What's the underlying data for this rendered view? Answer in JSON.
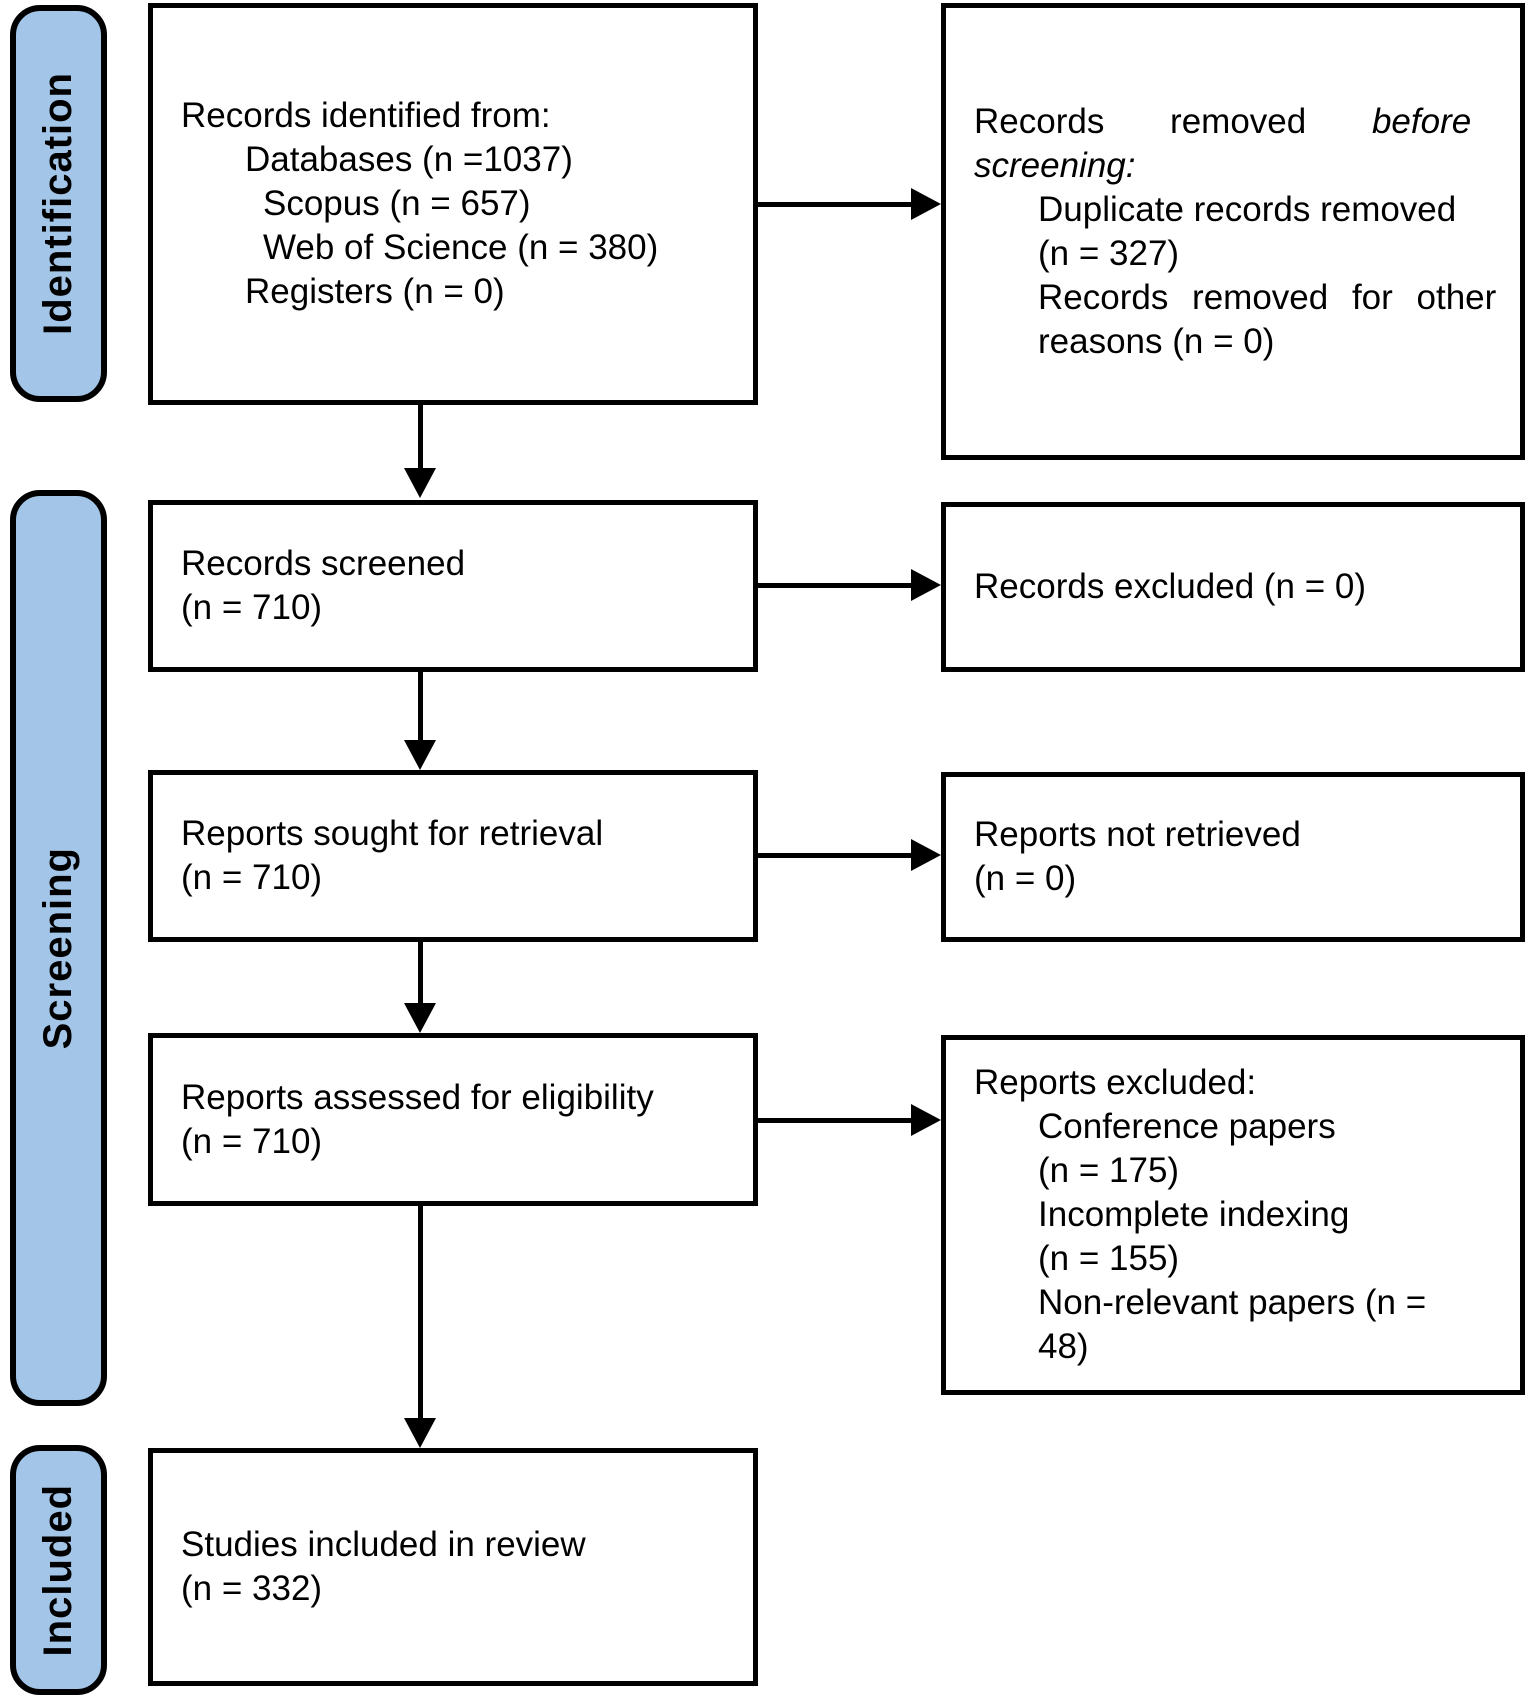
{
  "stages": {
    "identification": "Identification",
    "screening": "Screening",
    "included": "Included"
  },
  "boxes": {
    "records_identified": {
      "line1": "Records identified from:",
      "line2": "Databases (n =1037)",
      "line3": "Scopus (n = 657)",
      "line4": "Web of Science (n = 380)",
      "line5": "Registers (n = 0)"
    },
    "records_removed": {
      "line1_text": "Records removed",
      "line1_italic": "before",
      "line2_italic": "screening:",
      "line3": "Duplicate records removed",
      "line4": "(n = 327)",
      "line5": "Records removed for other",
      "line6": "reasons (n = 0)"
    },
    "records_screened": {
      "line1": "Records screened",
      "line2": "(n = 710)"
    },
    "records_excluded": {
      "line1": "Records excluded (n = 0)"
    },
    "reports_sought": {
      "line1": "Reports sought for retrieval",
      "line2": "(n = 710)"
    },
    "reports_not_retrieved": {
      "line1": "Reports not retrieved",
      "line2": "(n = 0)"
    },
    "reports_assessed": {
      "line1": "Reports assessed for eligibility",
      "line2": "(n = 710)"
    },
    "reports_excluded": {
      "line1": "Reports excluded:",
      "line2": "Conference papers",
      "line3": "(n = 175)",
      "line4": "Incomplete indexing",
      "line5": "(n = 155)",
      "line6": "Non-relevant papers (n =",
      "line7": "48)"
    },
    "studies_included": {
      "line1": "Studies included in review",
      "line2": "(n = 332)"
    }
  },
  "colors": {
    "stage_fill": "#A3C5E8",
    "outline": "#000000",
    "background": "#FFFFFF"
  }
}
